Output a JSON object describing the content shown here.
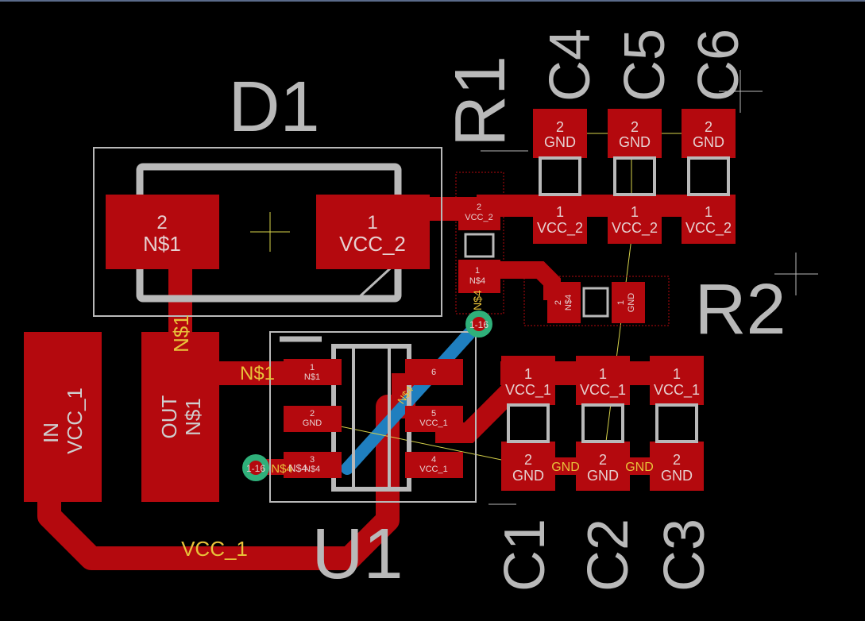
{
  "app": "PCB board layout view",
  "colors": {
    "background": "#000000",
    "copper_top": "#b4090e",
    "copper_bottom": "#1f7fbf",
    "silkscreen": "#b9b9b9",
    "net_label": "#e8c23a",
    "via": "#2fb07a",
    "pad_text": "#e6d0d0",
    "airwire": "#d7d34a"
  },
  "components": {
    "d1": {
      "name": "D1",
      "pad_cathode_num": "2",
      "pad_cathode_net": "N$1",
      "pad_anode_num": "1",
      "pad_anode_net": "VCC_2"
    },
    "u1": {
      "name": "U1",
      "pads": [
        {
          "num": "1",
          "net": "N$1"
        },
        {
          "num": "2",
          "net": "GND"
        },
        {
          "num": "3",
          "net": "N$4"
        },
        {
          "num": "4",
          "net": "VCC_1"
        },
        {
          "num": "5",
          "net": "VCC_1"
        },
        {
          "num": "6",
          "net": ""
        }
      ]
    },
    "r1": {
      "name": "R1",
      "pad1_num": "1",
      "pad1_net": "N$4",
      "pad2_num": "2",
      "pad2_net": "VCC_2"
    },
    "r2": {
      "name": "R2",
      "pad1_num": "1",
      "pad1_net": "GND",
      "pad2_num": "2",
      "pad2_net": "N$4"
    },
    "c_top": [
      {
        "name": "C4",
        "pad2_num": "2",
        "pad2_net": "GND",
        "pad1_num": "1",
        "pad1_net": "VCC_2"
      },
      {
        "name": "C5",
        "pad2_num": "2",
        "pad2_net": "GND",
        "pad1_num": "1",
        "pad1_net": "VCC_2"
      },
      {
        "name": "C6",
        "pad2_num": "2",
        "pad2_net": "GND",
        "pad1_num": "1",
        "pad1_net": "VCC_2"
      }
    ],
    "c_bottom": [
      {
        "name": "C1",
        "pad1_num": "1",
        "pad1_net": "VCC_1",
        "pad2_num": "2",
        "pad2_net": "GND"
      },
      {
        "name": "C2",
        "pad1_num": "1",
        "pad1_net": "VCC_1",
        "pad2_num": "2",
        "pad2_net": "GND"
      },
      {
        "name": "C3",
        "pad1_num": "1",
        "pad1_net": "VCC_1",
        "pad2_num": "2",
        "pad2_net": "GND"
      }
    ],
    "connector_in": {
      "label": "IN",
      "net": "VCC_1"
    },
    "connector_out": {
      "label": "OUT",
      "net": "N$1"
    }
  },
  "trace_labels": {
    "n1_vertical": "N$1",
    "n1_horizontal": "N$1",
    "vcc1_bottom": "VCC_1",
    "gnd_1": "GND",
    "gnd_2": "GND",
    "n4_r1": "N$4",
    "n4_blue": "N$4",
    "n4_via": "N$4",
    "n4_via_dup": "N$4"
  },
  "vias": [
    {
      "label": "1-16"
    },
    {
      "label": "1-16"
    }
  ]
}
